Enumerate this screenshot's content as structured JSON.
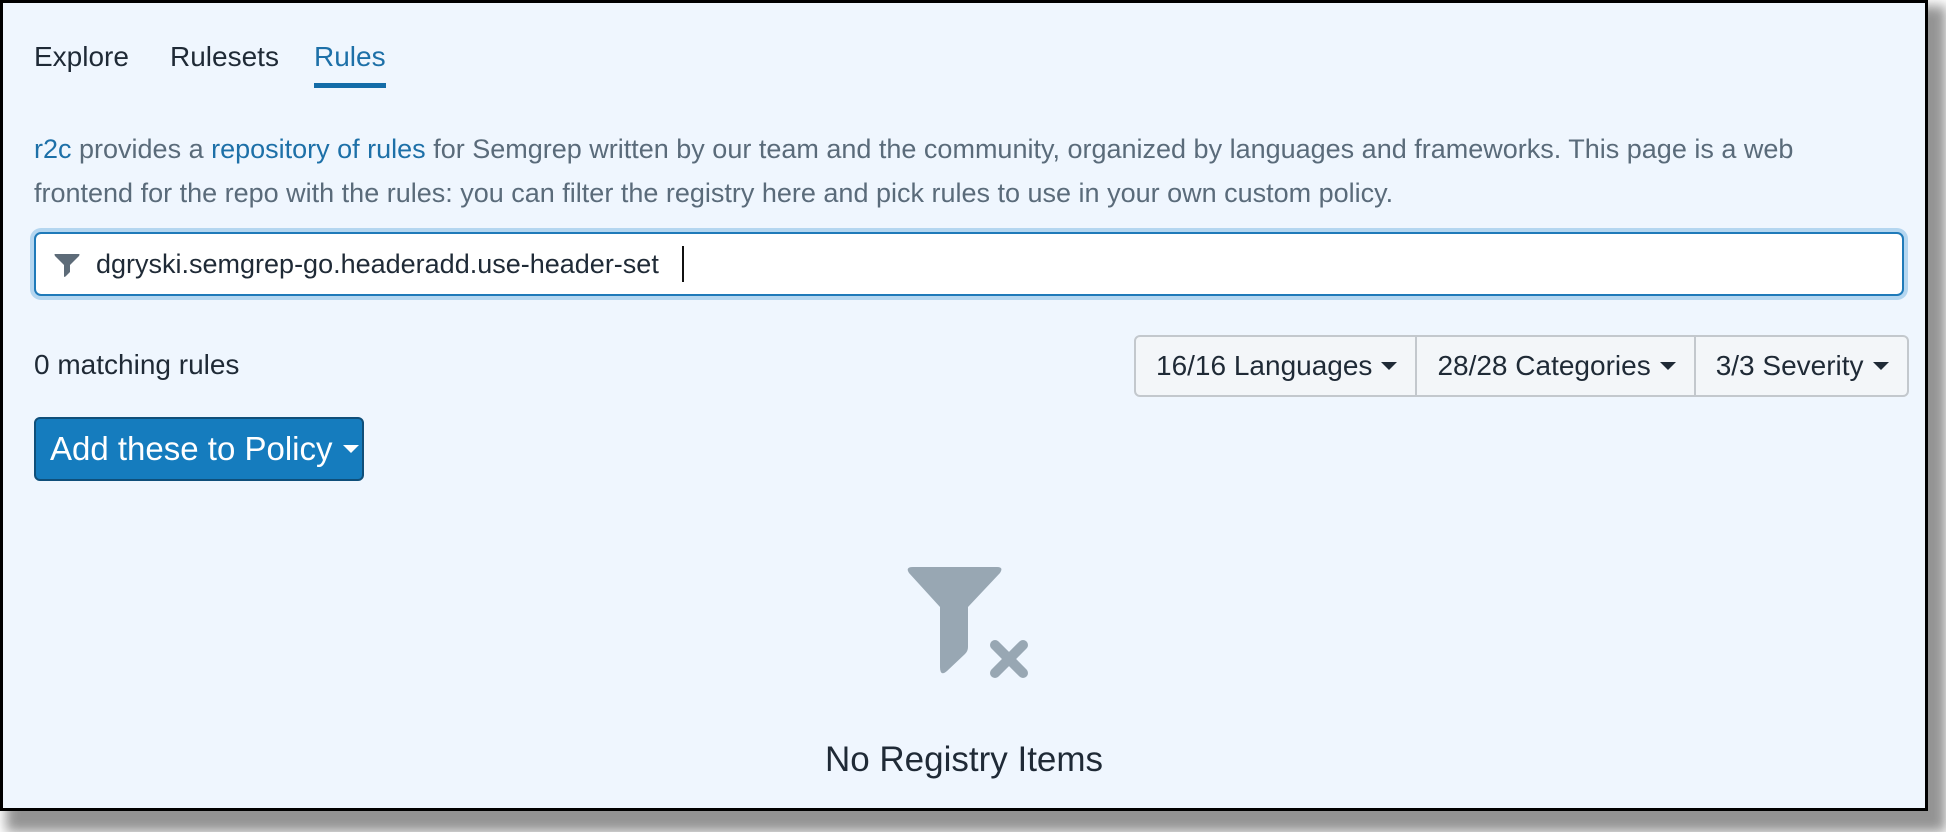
{
  "tabs": [
    {
      "label": "Explore",
      "active": false
    },
    {
      "label": "Rulesets",
      "active": false
    },
    {
      "label": "Rules",
      "active": true
    }
  ],
  "description": {
    "link1": "r2c",
    "text1": " provides a ",
    "link2": "repository of rules",
    "text2": " for Semgrep written by our team and the community, organized by languages and frameworks. This page is a web frontend for the repo with the rules: you can filter the registry here and pick rules to use in your own custom policy."
  },
  "search": {
    "icon": "filter-icon",
    "value": "dgryski.semgrep-go.headeradd.use-header-set"
  },
  "results": {
    "count_label": "0 matching rules"
  },
  "filters": [
    {
      "label": "16/16 Languages"
    },
    {
      "label": "28/28 Categories"
    },
    {
      "label": "3/3 Severity"
    }
  ],
  "actions": {
    "add_to_policy": "Add these to Policy"
  },
  "empty_state": {
    "icon": "filter-clear-icon",
    "message": "No Registry Items"
  },
  "colors": {
    "accent": "#1d70a8",
    "button_primary": "#157cbe",
    "background": "#eff6fe",
    "icon_muted": "#98a7b3"
  }
}
